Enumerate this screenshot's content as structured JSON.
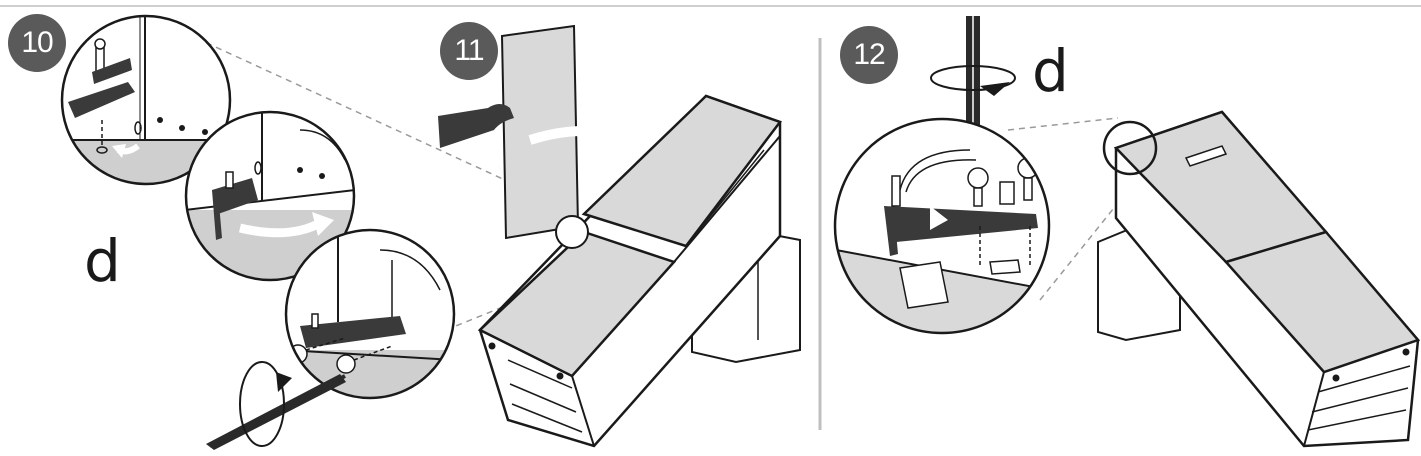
{
  "steps": [
    {
      "number": "10",
      "label": "d"
    },
    {
      "number": "11"
    },
    {
      "number": "12",
      "label": "d"
    }
  ],
  "colors": {
    "badge": "#5a5a5a",
    "line": "#1a1a1a",
    "fill_grey": "#d9d9d9",
    "fill_dark": "#3a3a3a",
    "divider": "#bfbfbf"
  },
  "icons": [
    "hinge-bracket-icon",
    "screwdriver-icon",
    "rotation-arrow-icon",
    "screw-icon",
    "hand-icon",
    "swing-arrow-icon"
  ]
}
